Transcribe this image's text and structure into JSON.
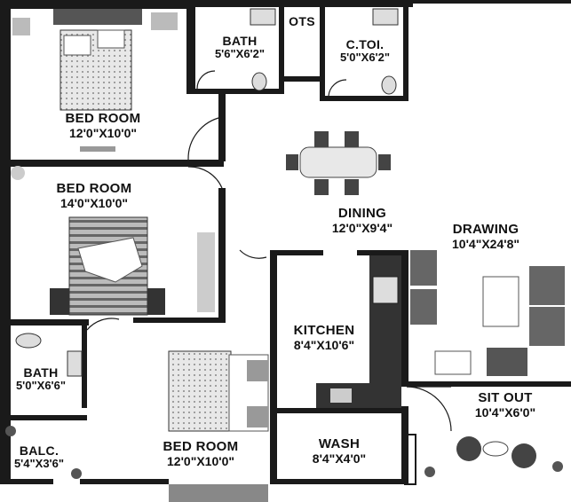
{
  "plan": {
    "rooms": [
      {
        "id": "bed1",
        "name": "BED ROOM",
        "dims": "12'0\"X10'0\""
      },
      {
        "id": "bath1",
        "name": "BATH",
        "dims": "5'6\"X6'2\""
      },
      {
        "id": "ots",
        "name": "OTS",
        "dims": ""
      },
      {
        "id": "ctoi",
        "name": "C.TOI.",
        "dims": "5'0\"X6'2\""
      },
      {
        "id": "bed2",
        "name": "BED ROOM",
        "dims": "14'0\"X10'0\""
      },
      {
        "id": "dining",
        "name": "DINING",
        "dims": "12'0\"X9'4\""
      },
      {
        "id": "drawing",
        "name": "DRAWING",
        "dims": "10'4\"X24'8\""
      },
      {
        "id": "kitchen",
        "name": "KITCHEN",
        "dims": "8'4\"X10'6\""
      },
      {
        "id": "bath2",
        "name": "BATH",
        "dims": "5'0\"X6'6\""
      },
      {
        "id": "balc",
        "name": "BALC.",
        "dims": "5'4\"X3'6\""
      },
      {
        "id": "bed3",
        "name": "BED ROOM",
        "dims": "12'0\"X10'0\""
      },
      {
        "id": "wash",
        "name": "WASH",
        "dims": "8'4\"X4'0\""
      },
      {
        "id": "sitout",
        "name": "SIT OUT",
        "dims": "10'4\"X6'0\""
      }
    ],
    "colors": {
      "wall": "#1a1a1a",
      "floor": "#ffffff",
      "furniture": "#555555",
      "light": "#cfcfcf"
    }
  }
}
